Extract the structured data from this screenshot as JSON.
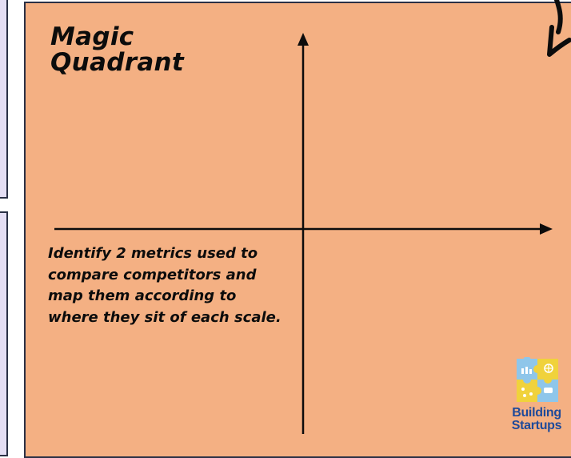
{
  "slide": {
    "title_line1": "Magic",
    "title_line2": "Quadrant",
    "instructions": "Identify 2 metrics used to compare competitors and map them according to where they sit of each scale."
  },
  "logo": {
    "line1": "Building",
    "line2": "Startups",
    "icon": "puzzle-icon",
    "colors": [
      "#8fc6ea",
      "#f0d23c",
      "#f0d23c",
      "#8fc6ea"
    ]
  },
  "colors": {
    "card_background": "#f4b083",
    "side_card_background": "#e4def4",
    "border": "#2a3045",
    "text": "#0c0c0c"
  }
}
